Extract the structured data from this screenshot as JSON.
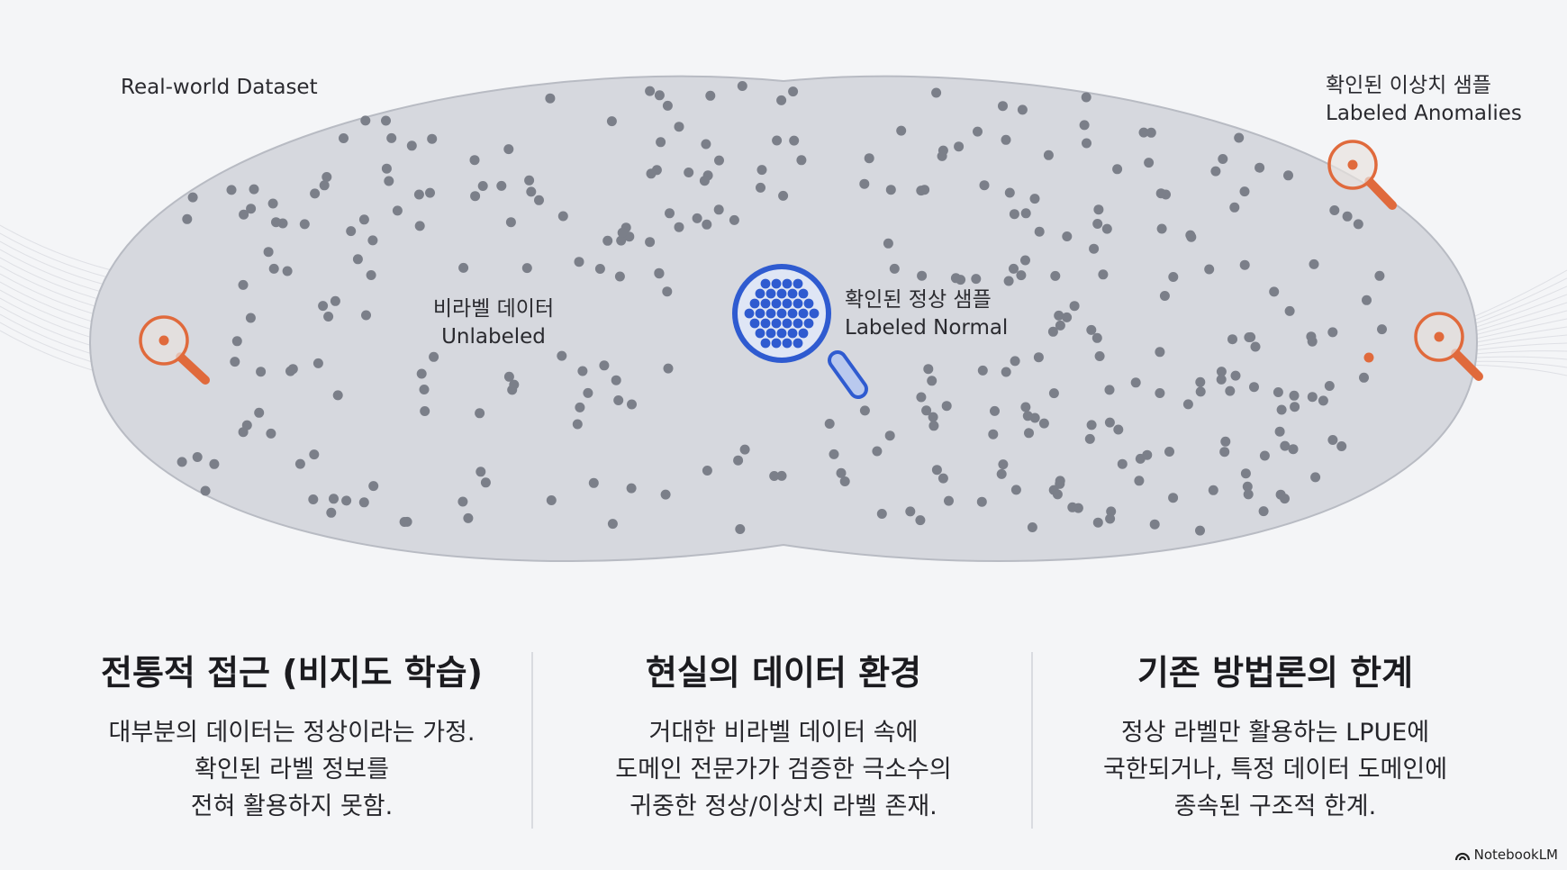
{
  "diagram": {
    "dataset_label": "Real-world Dataset",
    "unlabeled_label_ko": "비라벨 데이터",
    "unlabeled_label_en": "Unlabeled",
    "normal_label_ko": "확인된 정상 샘플",
    "normal_label_en": "Labeled Normal",
    "anomaly_label_ko": "확인된 이상치 샘플",
    "anomaly_label_en": "Labeled Anomalies",
    "colors": {
      "blob_fill": "#d6d8de",
      "blob_stroke": "#b8bbc3",
      "unlabeled_dot": "#7b7f89",
      "normal_dot": "#2f5bd0",
      "normal_lens": "#dfe6f5",
      "anomaly": "#e06a3c"
    }
  },
  "columns": [
    {
      "title": "전통적 접근 (비지도 학습)",
      "body": "대부분의 데이터는 정상이라는 가정.\n확인된 라벨 정보를\n전혀 활용하지 못함."
    },
    {
      "title": "현실의 데이터 환경",
      "body": "거대한 비라벨 데이터 속에\n도메인 전문가가 검증한 극소수의\n귀중한 정상/이상치 라벨 존재."
    },
    {
      "title": "기존 방법론의 한계",
      "body": "정상 라벨만 활용하는 LPUE에\n국한되거나, 특정 데이터 도메인에\n종속된 구조적 한계."
    }
  ],
  "brand": "NotebookLM"
}
